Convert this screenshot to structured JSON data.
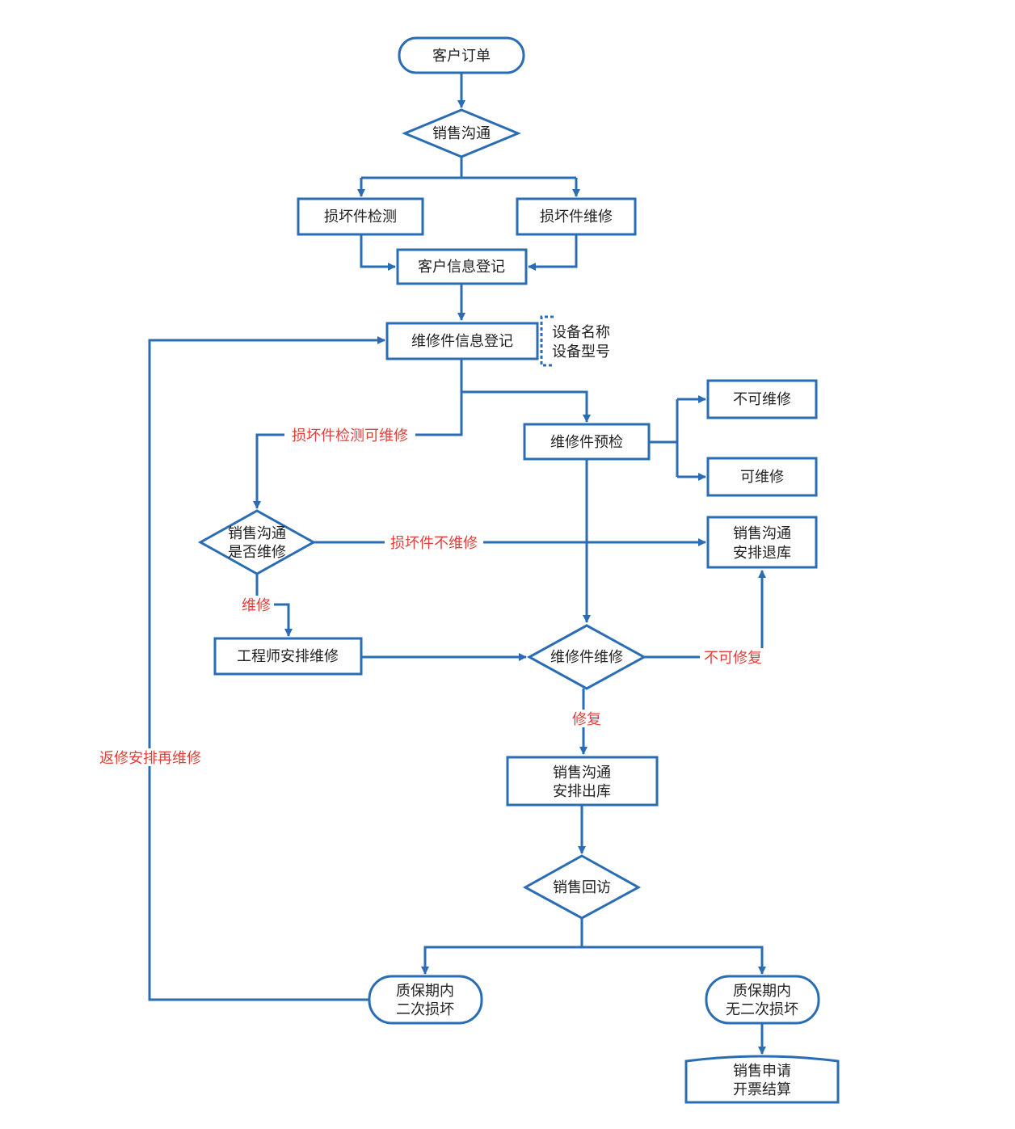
{
  "colors": {
    "stroke": "#2a6db5",
    "label": "#e0403b",
    "text": "#222222"
  },
  "nodes": {
    "order": "客户订单",
    "sales_comm": "销售沟通",
    "damage_detect": "损坏件检测",
    "damage_repair": "损坏件维修",
    "customer_info": "客户信息登记",
    "part_info": "维修件信息登记",
    "precheck": "维修件预检",
    "not_repairable": "不可维修",
    "repairable": "可维修",
    "decide": {
      "line1": "销售沟通",
      "line2": "是否维修"
    },
    "return_stock": {
      "line1": "销售沟通",
      "line2": "安排退库"
    },
    "engineer": "工程师安排维修",
    "repair": "维修件维修",
    "out_stock": {
      "line1": "销售沟通",
      "line2": "安排出库"
    },
    "followup": "销售回访",
    "damaged_again": {
      "line1": "质保期内",
      "line2": "二次损坏"
    },
    "no_damage": {
      "line1": "质保期内",
      "line2": "无二次损坏"
    },
    "invoice": {
      "line1": "销售申请",
      "line2": "开票结算"
    }
  },
  "note": {
    "line1": "设备名称",
    "line2": "设备型号"
  },
  "edge_labels": {
    "detect_repairable": "损坏件检测可维修",
    "no_repair": "损坏件不维修",
    "repair_yes": "维修",
    "unrepairable": "不可修复",
    "fixed": "修复",
    "return_repair": "返修安排再维修"
  }
}
